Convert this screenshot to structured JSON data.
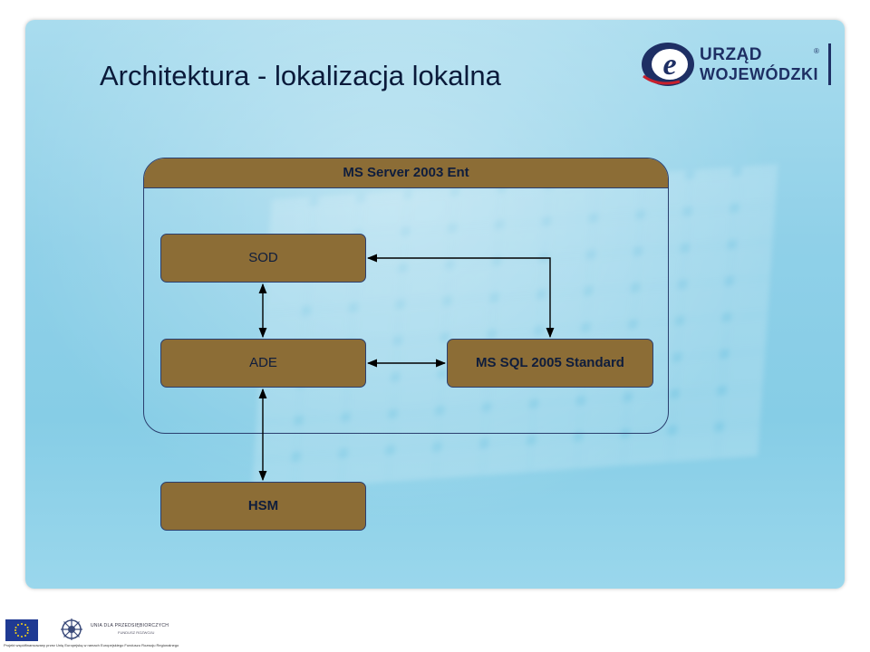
{
  "title": "Architektura - lokalizacja lokalna",
  "logo": {
    "line1": "URZĄD",
    "line2": "WOJEWÓDZKI",
    "registered": "®",
    "mark": "e-logo"
  },
  "diagram": {
    "server_label": "MS Server 2003 Ent",
    "nodes": {
      "sod": "SOD",
      "ade": "ADE",
      "sql": "MS SQL 2005 Standard",
      "hsm": "HSM"
    },
    "edges": [
      {
        "from": "SOD",
        "to": "ADE",
        "direction": "both"
      },
      {
        "from": "SOD",
        "to": "MS SQL 2005 Standard",
        "direction": "both"
      },
      {
        "from": "ADE",
        "to": "MS SQL 2005 Standard",
        "direction": "both"
      },
      {
        "from": "ADE",
        "to": "HSM",
        "direction": "both"
      }
    ]
  },
  "footer": {
    "union_text": "UNIA DLA PRZEDSIĘBIORCZYCH",
    "union_sub": "FUNDUSZ ROZWOJU",
    "small_text": "Projekt współfinansowany przez Unię Europejską w ramach Europejskiego Funduszu Rozwoju Regionalnego"
  },
  "colors": {
    "box_fill": "#8c6d36",
    "outline": "#2a3e6e",
    "background": "#8fd0e8",
    "title": "#0a1a3a"
  }
}
